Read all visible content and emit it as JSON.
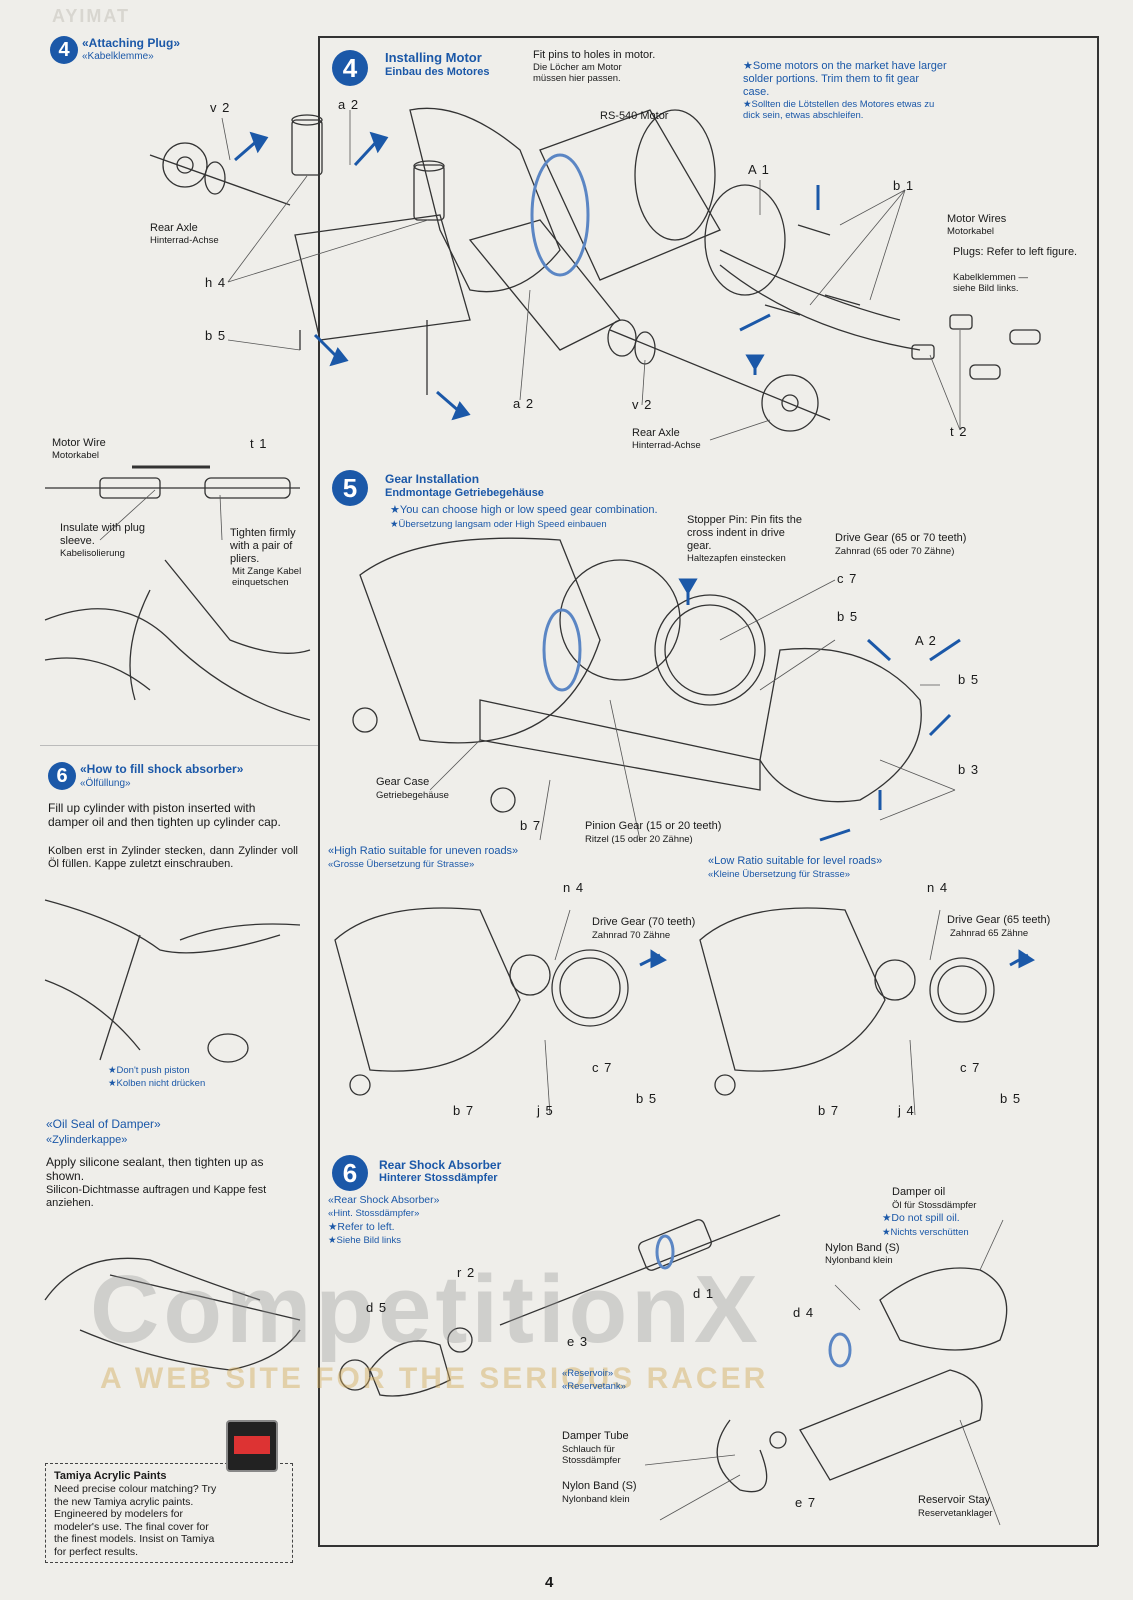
{
  "header": {
    "faded_brand": "AYIMAT"
  },
  "left_top": {
    "step_number": "4",
    "title_en": "«Attaching Plug»",
    "title_de": "«Kabelklemme»",
    "labels": {
      "v2": "v 2",
      "rear_axle_en": "Rear Axle",
      "rear_axle_de": "Hinterrad-Achse",
      "h4": "h 4",
      "b5": "b 5"
    }
  },
  "motor_wire": {
    "label_en": "Motor Wire",
    "label_de": "Motorkabel",
    "t1": "t 1",
    "insulate_en": "Insulate with plug sleeve.",
    "insulate_de": "Kabelisolierung",
    "tighten_en": "Tighten firmly with a pair of pliers.",
    "tighten_de": "Mit Zange Kabel einquetschen"
  },
  "shock_fill": {
    "step_number": "6",
    "title_en": "«How to fill shock absorber»",
    "title_de": "«Ölfüllung»",
    "text_en": "Fill up cylinder with piston inserted with damper oil and then tighten up cylinder cap.",
    "text_de": "Kolben erst in Zylinder stecken, dann Zylinder voll Öl füllen. Kappe zuletzt einschrauben.",
    "note_en": "★Don't push piston",
    "note_de": "★Kolben nicht drücken"
  },
  "oil_seal": {
    "title_en": "«Oil Seal of Damper»",
    "title_de": "«Zylinderkappe»",
    "text_en": "Apply silicone sealant, then tighten up as shown.",
    "text_de": "Silicon-Dichtmasse auftragen und Kappe fest anziehen."
  },
  "paints": {
    "title": "Tamiya Acrylic Paints",
    "text": "Need precise colour matching? Try the new Tamiya acrylic paints. Engineered by modelers for modeler's use. The final cover for the finest models. Insist on Tamiya for perfect results."
  },
  "install_motor": {
    "step_number": "4",
    "title_en": "Installing Motor",
    "title_de": "Einbau des Motores",
    "fit_pins_en": "Fit pins to holes in motor.",
    "fit_pins_de": "Die Löcher am Motor müssen hier passen.",
    "motor": "RS-540 Motor",
    "note_en": "★Some motors on the market have larger solder portions. Trim them to fit gear case.",
    "note_de": "★Sollten die Lötstellen des Motores etwas zu dick sein, etwas abschleifen.",
    "labels": {
      "a2_top": "a 2",
      "A1": "A 1",
      "b1": "b 1",
      "a2_bottom": "a 2",
      "v2": "v 2",
      "t2": "t 2"
    },
    "motor_wires_en": "Motor Wires",
    "motor_wires_de": "Motorkabel",
    "plugs_en": "Plugs: Refer to left figure.",
    "plugs_de": "Kabelklemmen — siehe Bild links.",
    "rear_axle_en": "Rear Axle",
    "rear_axle_de": "Hinterrad-Achse"
  },
  "gear_install": {
    "step_number": "5",
    "title_en": "Gear Installation",
    "title_de": "Endmontage Getriebegehäuse",
    "note_en": "★You can choose high or low speed gear combination.",
    "note_de": "★Übersetzung langsam oder High Speed einbauen",
    "stopper_en": "Stopper Pin: Pin fits the cross indent in drive gear.",
    "stopper_de": "Haltezapfen einstecken",
    "drive_gear_en": "Drive Gear (65 or 70 teeth)",
    "drive_gear_de": "Zahnrad (65 oder 70 Zähne)",
    "labels": {
      "c7": "c 7",
      "b5a": "b 5",
      "A2": "A 2",
      "b5b": "b 5",
      "b3": "b 3",
      "b7": "b 7"
    },
    "gear_case_en": "Gear Case",
    "gear_case_de": "Getriebegehäuse",
    "pinion_en": "Pinion Gear (15 or 20 teeth)",
    "pinion_de": "Ritzel (15 oder 20 Zähne)"
  },
  "high_ratio": {
    "title_en": "«High Ratio suitable for uneven roads»",
    "title_de": "«Grosse Übersetzung für Strasse»",
    "gear_en": "Drive Gear (70 teeth)",
    "gear_de": "Zahnrad 70 Zähne",
    "labels": {
      "n4": "n 4",
      "c7": "c 7",
      "b5": "b 5",
      "b7": "b 7",
      "j5": "j 5"
    }
  },
  "low_ratio": {
    "title_en": "«Low Ratio suitable for level roads»",
    "title_de": "«Kleine Übersetzung für Strasse»",
    "gear_en": "Drive Gear (65 teeth)",
    "gear_de": "Zahnrad 65 Zähne",
    "labels": {
      "n4": "n 4",
      "c7": "c 7",
      "b5": "b 5",
      "b7": "b 7",
      "j4": "j 4"
    }
  },
  "rear_shock": {
    "step_number": "6",
    "title_en": "Rear Shock Absorber",
    "title_de": "Hinterer Stossdämpfer",
    "sub_en": "«Rear Shock Absorber»",
    "sub_de": "«Hint. Stossdämpfer»",
    "refer_en": "★Refer to left.",
    "refer_de": "★Siehe Bild links",
    "damper_oil_en": "Damper oil",
    "damper_oil_de": "Öl für Stossdämpfer",
    "no_spill_en": "★Do not spill oil.",
    "no_spill_de": "★Nichts verschütten",
    "nylon_band_en": "Nylon Band (S)",
    "nylon_band_de": "Nylonband klein",
    "labels": {
      "r2": "r 2",
      "d5": "d 5",
      "d1": "d 1",
      "e3": "e 3",
      "d4": "d 4",
      "e7": "e 7"
    },
    "reservoir_en": "«Reservoir»",
    "reservoir_de": "«Reservetank»",
    "damper_tube_en": "Damper Tube",
    "damper_tube_de": "Schlauch für Stossdämpfer",
    "nylon_band2_en": "Nylon Band (S)",
    "nylon_band2_de": "Nylonband klein",
    "stay_en": "Reservoir Stay",
    "stay_de": "Reservetanklager"
  },
  "watermark": {
    "text1": "CompetitionX",
    "text2": "A WEB SITE FOR THE SERIOUS RACER"
  },
  "page_number": "4",
  "colors": {
    "accent": "#1b58a8",
    "paper": "#efeeea",
    "ink": "#1a1a1a"
  }
}
